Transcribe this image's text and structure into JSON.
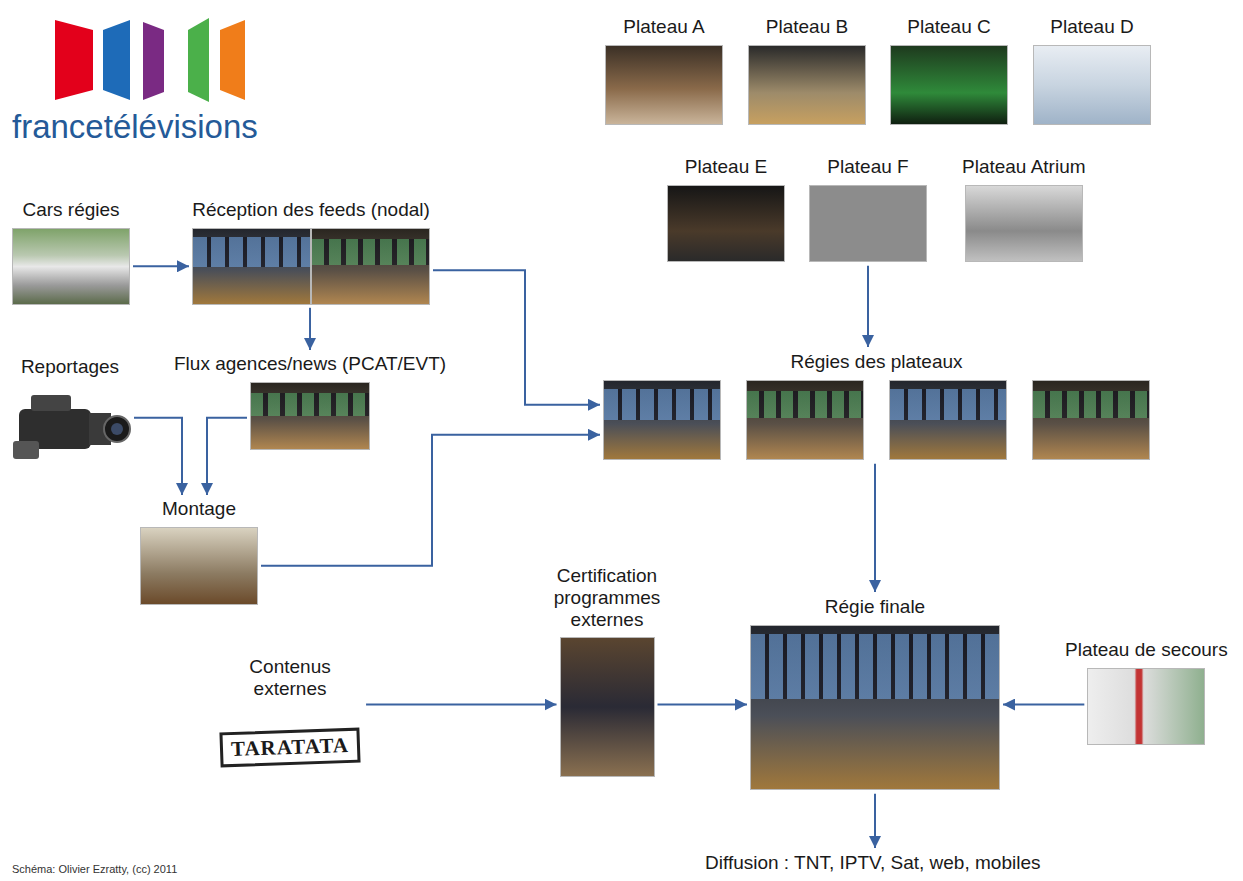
{
  "diagram": {
    "nodes": [
      {
        "text": [
          "Cars régies"
        ]
      },
      {
        "text": [
          "Réception des feeds (nodal)"
        ]
      },
      {
        "text": [
          "Reportages"
        ]
      },
      {
        "text": [
          "Flux agences/news (PCAT/EVT)"
        ]
      },
      {
        "text": [
          "Montage"
        ]
      },
      {
        "text": [
          "Plateau A"
        ]
      },
      {
        "text": [
          "Plateau B"
        ]
      },
      {
        "text": [
          "Plateau C"
        ]
      },
      {
        "text": [
          "Plateau D"
        ]
      },
      {
        "text": [
          "Plateau E"
        ]
      },
      {
        "text": [
          "Plateau F"
        ]
      },
      {
        "text": [
          "Plateau Atrium"
        ]
      },
      {
        "text": [
          "Régies des plateaux"
        ]
      },
      {
        "text": [
          "Contenus externes",
          "TARATATA"
        ]
      },
      {
        "text": [
          "Certification programmes externes"
        ]
      },
      {
        "text": [
          "Régie finale"
        ]
      },
      {
        "text": [
          "Plateau de secours"
        ]
      },
      {
        "text": [
          "Diffusion : TNT, IPTV, Sat, web, mobiles"
        ]
      }
    ],
    "edges": [
      {
        "from": 0,
        "to": 1,
        "arrow": "to"
      },
      {
        "from": 1,
        "to": 3,
        "arrow": "to"
      },
      {
        "from": 1,
        "to": 12,
        "arrow": "to"
      },
      {
        "from": 2,
        "to": 4,
        "arrow": "to"
      },
      {
        "from": 3,
        "to": 4,
        "arrow": "to"
      },
      {
        "from": 4,
        "to": 12,
        "arrow": "to"
      },
      {
        "from": 10,
        "to": 12,
        "arrow": "to"
      },
      {
        "from": 12,
        "to": 15,
        "arrow": "to"
      },
      {
        "from": 13,
        "to": 14,
        "arrow": "to"
      },
      {
        "from": 14,
        "to": 15,
        "arrow": "to"
      },
      {
        "from": 16,
        "to": 15,
        "arrow": "to"
      },
      {
        "from": 15,
        "to": 17,
        "arrow": "to"
      }
    ],
    "labels": [
      "francetélévisions",
      "Schéma: Olivier Ezratty, (cc) 2011"
    ]
  }
}
